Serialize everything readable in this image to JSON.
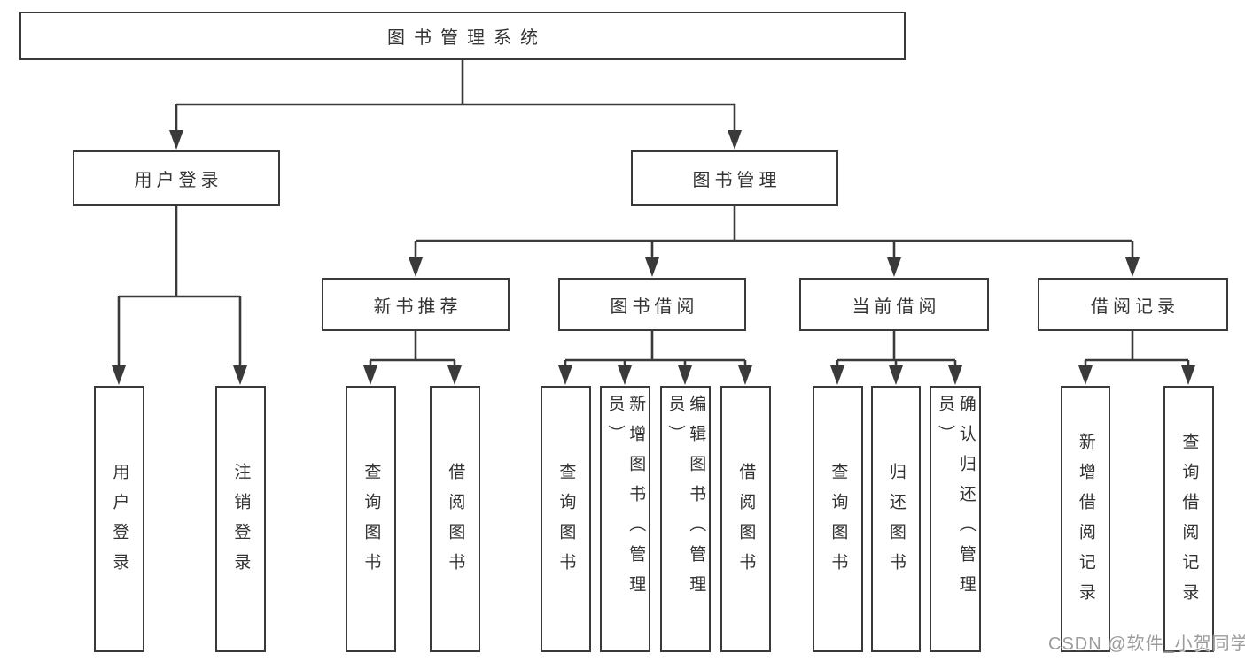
{
  "diagram": {
    "title": "图书管理系统",
    "root_label": "图书管理系统",
    "user_login": {
      "label": "用户登录",
      "children": [
        "用户登录",
        "注销登录"
      ]
    },
    "book_management": {
      "label": "图书管理",
      "sections": [
        {
          "label": "新书推荐",
          "children": [
            "查询图书",
            "借阅图书"
          ]
        },
        {
          "label": "图书借阅",
          "children": [
            "查询图书",
            "新增图书（管理员）",
            "编辑图书（管理员）",
            "借阅图书"
          ]
        },
        {
          "label": "当前借阅",
          "children": [
            "查询图书",
            "归还图书",
            "确认归还（管理员）"
          ]
        },
        {
          "label": "借阅记录",
          "children": [
            "新增借阅记录",
            "查询借阅记录"
          ]
        }
      ]
    },
    "watermark": "CSDN @软件_小贺同学"
  },
  "colors": {
    "line": "#3a3a3a",
    "text": "#333333",
    "watermark": "#9c9c9c",
    "background": "#ffffff"
  }
}
